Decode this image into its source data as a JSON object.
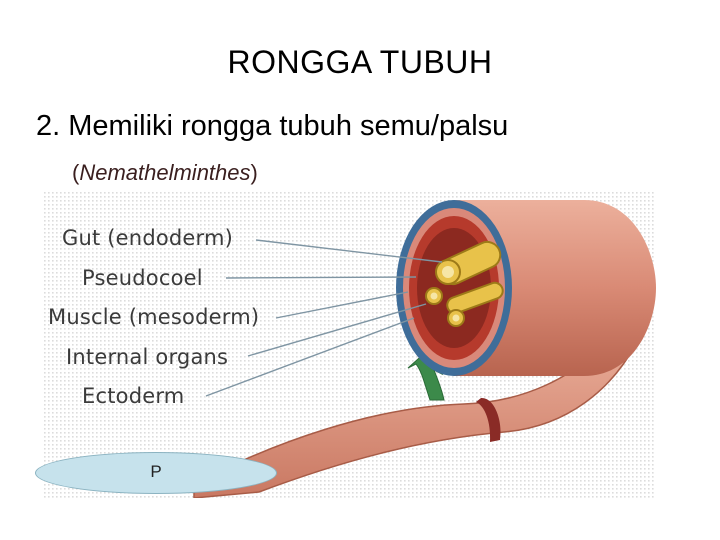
{
  "slide": {
    "title": "RONGGA TUBUH",
    "point": "2. Memiliki rongga tubuh semu/palsu",
    "sub_open": "(",
    "sub_italic": "Nemathelminthes",
    "sub_close": ")"
  },
  "diagram": {
    "labels": {
      "gut": "Gut (endoderm)",
      "pseudocoel": "Pseudocoel",
      "muscle": "Muscle (mesoderm)",
      "organs": "Internal organs",
      "ectoderm": "Ectoderm"
    },
    "colors": {
      "body": "#d98a75",
      "ring_blue": "#3f6d99",
      "inner_red": "#b63a2c",
      "organ_yellow": "#e8c24a",
      "arrow_green": "#3c8a4a",
      "band": "#8a2b26"
    }
  },
  "oval": {
    "label": "P"
  }
}
